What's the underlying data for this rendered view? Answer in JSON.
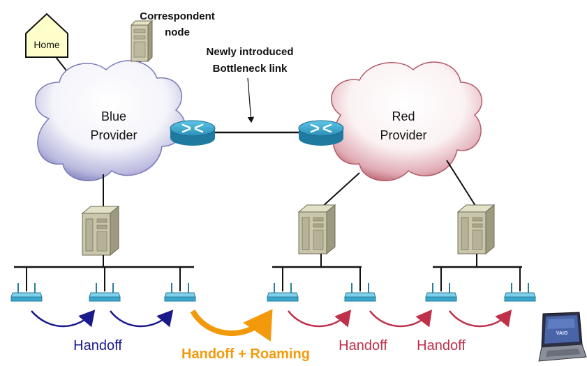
{
  "labels": {
    "home": "Home",
    "correspondent_line1": "Correspondent",
    "correspondent_line2": "node",
    "bottleneck_line1": "Newly introduced",
    "bottleneck_line2": "Bottleneck link",
    "blue_line1": "Blue",
    "blue_line2": "Provider",
    "red_line1": "Red",
    "red_line2": "Provider",
    "handoff_blue": "Handoff",
    "handoff_roaming": "Handoff + Roaming",
    "handoff_red_1": "Handoff",
    "handoff_red_2": "Handoff",
    "laptop_brand": "VAIO"
  },
  "colors": {
    "blue_cloud_edge": "#6b6bb0",
    "red_cloud_edge": "#b04a5a",
    "router": "#2a8fb8",
    "server": "#c9c6ab",
    "blue_arrow": "#1a1a8c",
    "orange_arrow": "#f39a0c",
    "red_arrow": "#c0304a",
    "access_point": "#4fb8d8"
  },
  "icons": [
    "home-icon",
    "server-icon",
    "router-icon",
    "access-point-icon",
    "laptop-icon"
  ]
}
